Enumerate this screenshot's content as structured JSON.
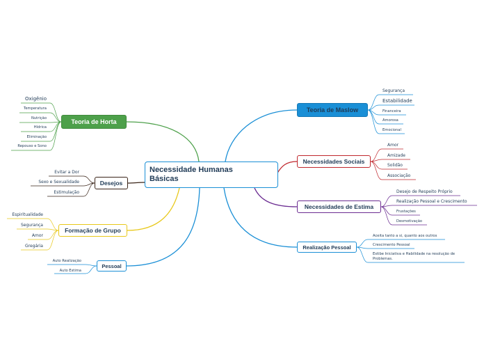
{
  "central": "Necessidade Humanas Básicas",
  "colors": {
    "horta": "#4da04a",
    "maslow": "#1a8fd6",
    "sociais": "#c0272d",
    "estima": "#6b2c91",
    "realizacao": "#1a8fd6",
    "desejos": "#3a2418",
    "grupo": "#e8c81a",
    "pessoal": "#1a8fd6",
    "central_border": "#1a8fd6",
    "text": "#1f3a56"
  },
  "branches": {
    "horta": {
      "title": "Teoria de Horta",
      "items": [
        "Oxigênio",
        "Temperatura",
        "Nutrição",
        "Hídrica",
        "Eliminação",
        "Repouso e Sono"
      ]
    },
    "desejos": {
      "title": "Desejos",
      "items": [
        "Evitar a Dor",
        "Sexo e Sexualidade",
        "Estimulação"
      ]
    },
    "grupo": {
      "title": "Formação de Grupo",
      "items": [
        "Espiritualidade",
        "Segurança",
        "Amor",
        "Gregária"
      ]
    },
    "pessoal": {
      "title": "Pessoal",
      "items": [
        "Auto Realização",
        "Auto Estima"
      ]
    },
    "maslow": {
      "title": "Teoria de Maslow",
      "items": [
        "Segurança",
        "Estabilidade",
        "Financeira",
        "Amorosa",
        "Emocional"
      ]
    },
    "sociais": {
      "title": "Necessidades Sociais",
      "items": [
        "Amor",
        "Amizade",
        "Solidão",
        "Associação"
      ]
    },
    "estima": {
      "title": "Necessidades de Estima",
      "items": [
        "Desejo de Respeito Próprio",
        "Realização Pessoal e Crescimento",
        "Frustações",
        "Desmotivação"
      ]
    },
    "realizacao": {
      "title": "Realização Pessoal",
      "items": [
        "Aceita tanto a si, quanto aos outros",
        "Crescimento Pessoal",
        "Estibe Iniciativa e Habilidade na resolução de",
        "Problemas."
      ]
    }
  }
}
